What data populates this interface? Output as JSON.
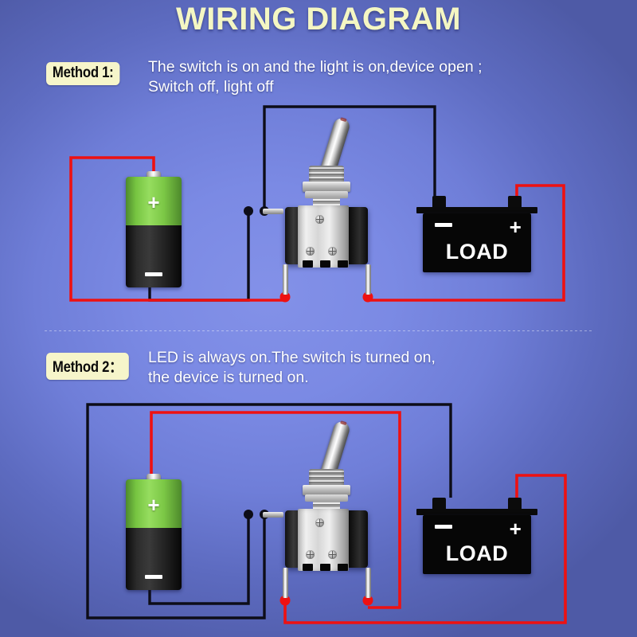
{
  "header": {
    "title": "WIRING DIAGRAM"
  },
  "methods": [
    {
      "badge": "Method 1:",
      "description": "The switch is on and the light is on,device open ;\nSwitch off, light off",
      "battery": {
        "plus": "+",
        "minus": "−"
      },
      "load": {
        "label": "LOAD",
        "minus": "−",
        "plus": "+"
      }
    },
    {
      "badge": "Method 2：",
      "description": "LED is always on.The switch is turned on,\nthe device is turned on.",
      "battery": {
        "plus": "+",
        "minus": "−"
      },
      "load": {
        "label": "LOAD",
        "minus": "−",
        "plus": "+"
      }
    }
  ],
  "colors": {
    "title": "#f4f6c3",
    "badge_bg": "#f6f5ca",
    "wire_positive": "#ee1111",
    "wire_negative": "#0d0d18",
    "battery_green": "#7cc846",
    "background": "#7b8ae4"
  },
  "wiring": {
    "method1": {
      "red_wire_path": "battery + terminal → up → left edge → down → bottom → switch left bottom terminal",
      "black_wire_path": "battery − terminal → down → right → up → switch side terminal junction",
      "black_top_path": "switch side terminal → up → right → down → LOAD − post",
      "red_right_path": "LOAD + post → up → right → down → left → switch right bottom terminal"
    },
    "method2": {
      "outer_black_rect": "switch side terminal → left → down → right → up → LOAD − post",
      "red_from_battery": "battery + → up → right → down → switch right bottom terminal",
      "black_from_battery": "battery − → down → right → up → switch side terminal",
      "red_to_load": "switch left bottom terminal → down → right → up → LOAD + post"
    }
  }
}
